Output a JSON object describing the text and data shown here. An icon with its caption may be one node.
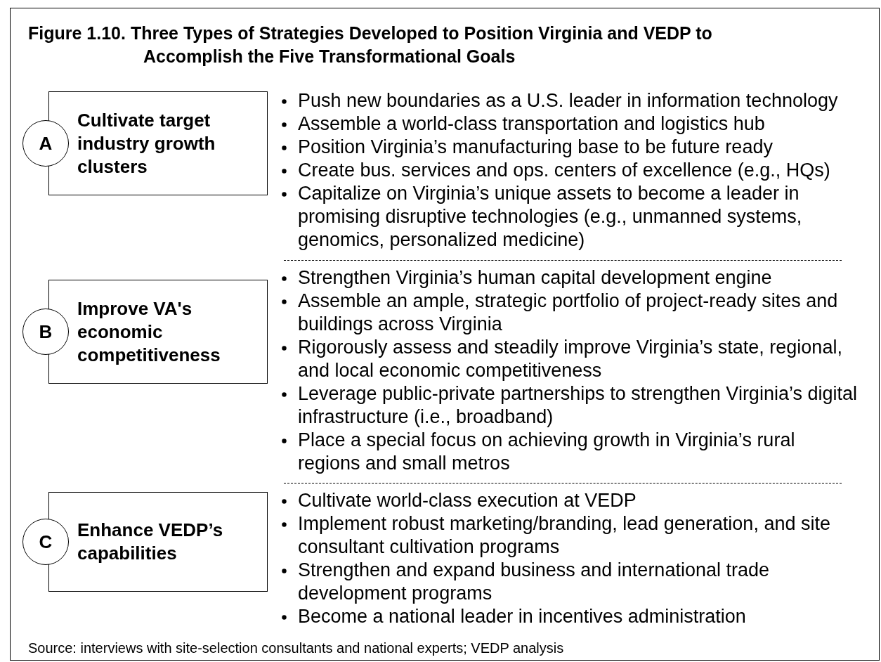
{
  "diagram": {
    "title": "Figure 1.10. Three Types of Strategies Developed to Position Virginia and VEDP to Accomplish the Five Transformational Goals",
    "nodes": [
      {
        "text": [
          "Cultivate target industry growth clusters"
        ]
      },
      {
        "text": [
          "A"
        ]
      },
      {
        "text": [
          "Improve VA's economic competitiveness"
        ]
      },
      {
        "text": [
          "B"
        ]
      },
      {
        "text": [
          "Enhance VEDP’s capabilities"
        ]
      },
      {
        "text": [
          "C"
        ]
      }
    ],
    "labels": [
      "Push new boundaries as a U.S. leader in information technology",
      "Assemble a world-class transportation and logistics hub",
      "Position Virginia’s manufacturing base to be future ready",
      "Create bus. services and ops. centers of excellence (e.g., HQs)",
      "Capitalize on Virginia’s unique assets to become a leader in promising disruptive technologies (e.g., unmanned systems, genomics, personalized medicine)",
      "Strengthen Virginia’s human capital development engine",
      "Assemble an ample, strategic portfolio of project-ready sites and buildings across Virginia",
      "Rigorously assess and steadily improve Virginia’s state, regional, and local economic competitiveness",
      "Leverage public-private partnerships to strengthen Virginia’s digital infrastructure (i.e., broadband)",
      "Place a special focus on achieving growth in Virginia’s rural regions and small metros",
      "Cultivate world-class execution at VEDP",
      "Implement robust marketing/branding, lead generation, and site consultant cultivation programs",
      "Strengthen and expand business and international trade development programs",
      "Become a national leader in incentives administration",
      "Source: interviews with site-selection consultants and national experts; VEDP analysis"
    ]
  }
}
